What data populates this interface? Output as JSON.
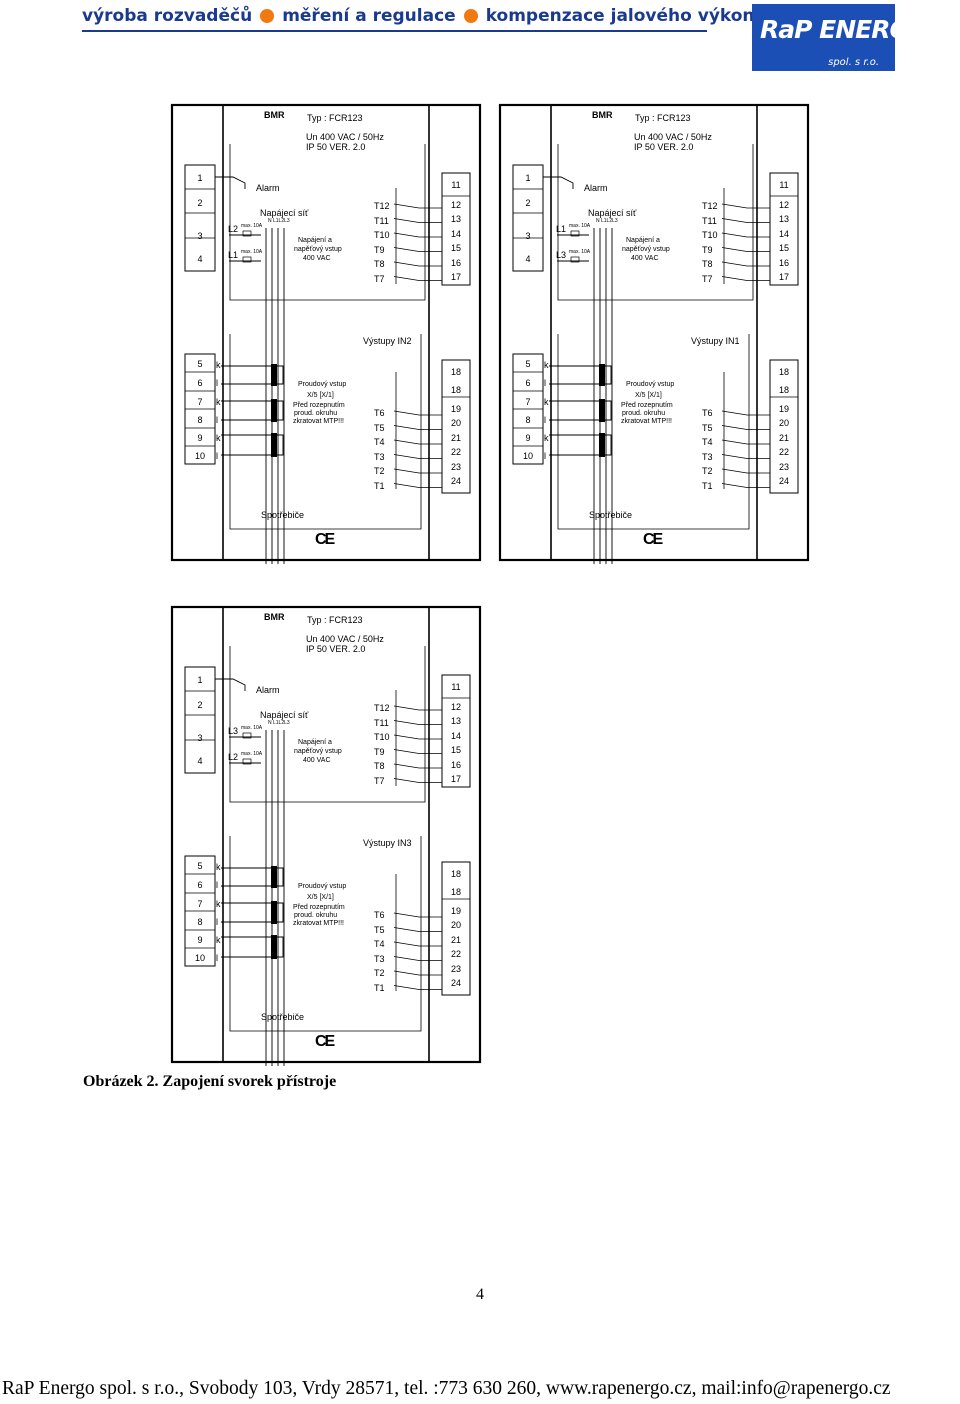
{
  "header": {
    "items": [
      "výroba rozvaděčů",
      "měření a regulace",
      "kompenzace jalového výkonu"
    ],
    "accent_color": "#f07a10",
    "text_color": "#1a3a8f"
  },
  "logo": {
    "main": "RaP ENERGO",
    "sub": "spol. s r.o.",
    "bg_color": "#1c4fb6"
  },
  "devices": [
    {
      "brand": "BMR",
      "type": "Typ : FCR123",
      "spec1": "Un 400 VAC / 50Hz",
      "spec2": "IP 50   VER. 2.0",
      "left_top_terms": [
        "1",
        "2",
        "3",
        "4"
      ],
      "left_bottom_terms": [
        "5",
        "6",
        "7",
        "8",
        "9",
        "10"
      ],
      "kl_labels": [
        "k",
        "l",
        "k",
        "l",
        "k",
        "l"
      ],
      "alarm": "Alarm",
      "supply": "Napájecí síť",
      "supply_phases": "N  L1L2L3",
      "line_a": "L2",
      "line_b": "L1",
      "fuse": "max. 10A",
      "power_lines": [
        "Napájení a",
        "napěťový vstup",
        "400 VAC"
      ],
      "current_lines": [
        "Proudový vstup",
        "X/5 [X/1]",
        "Před rozepnutím",
        "proud. okruhu",
        "zkratovat MTP!!!"
      ],
      "top_outputs": [
        "T12",
        "T11",
        "T10",
        "T9",
        "T8",
        "T7"
      ],
      "bottom_outputs": [
        "T6",
        "T5",
        "T4",
        "T3",
        "T2",
        "T1"
      ],
      "right_top_terms": [
        "11",
        "12",
        "13",
        "14",
        "15",
        "16",
        "17"
      ],
      "right_bottom_terms": [
        "18",
        "18",
        "19",
        "20",
        "21",
        "22",
        "23",
        "24"
      ],
      "outputs_title": "Výstupy IN2",
      "consumers": "Spotřebiče",
      "ce": "CE"
    },
    {
      "brand": "BMR",
      "type": "Typ : FCR123",
      "spec1": "Un 400 VAC / 50Hz",
      "spec2": "IP 50   VER. 2.0",
      "left_top_terms": [
        "1",
        "2",
        "3",
        "4"
      ],
      "left_bottom_terms": [
        "5",
        "6",
        "7",
        "8",
        "9",
        "10"
      ],
      "kl_labels": [
        "k",
        "l",
        "k",
        "l",
        "k",
        "l"
      ],
      "alarm": "Alarm",
      "supply": "Napájecí síť",
      "supply_phases": "N  L1L2L3",
      "line_a": "L1",
      "line_b": "L3",
      "fuse": "max. 10A",
      "power_lines": [
        "Napájení a",
        "napěťový vstup",
        "400 VAC"
      ],
      "current_lines": [
        "Proudový vstup",
        "X/5 [X/1]",
        "Před rozepnutím",
        "proud. okruhu",
        "zkratovat MTP!!!"
      ],
      "top_outputs": [
        "T12",
        "T11",
        "T10",
        "T9",
        "T8",
        "T7"
      ],
      "bottom_outputs": [
        "T6",
        "T5",
        "T4",
        "T3",
        "T2",
        "T1"
      ],
      "right_top_terms": [
        "11",
        "12",
        "13",
        "14",
        "15",
        "16",
        "17"
      ],
      "right_bottom_terms": [
        "18",
        "18",
        "19",
        "20",
        "21",
        "22",
        "23",
        "24"
      ],
      "outputs_title": "Výstupy IN1",
      "consumers": "Spotřebiče",
      "ce": "CE"
    },
    {
      "brand": "BMR",
      "type": "Typ : FCR123",
      "spec1": "Un 400 VAC / 50Hz",
      "spec2": "IP 50   VER. 2.0",
      "left_top_terms": [
        "1",
        "2",
        "3",
        "4"
      ],
      "left_bottom_terms": [
        "5",
        "6",
        "7",
        "8",
        "9",
        "10"
      ],
      "kl_labels": [
        "k",
        "l",
        "k",
        "l",
        "k",
        "l"
      ],
      "alarm": "Alarm",
      "supply": "Napájecí síť",
      "supply_phases": "N  L1L2L3",
      "line_a": "L3",
      "line_b": "L2",
      "fuse": "max. 10A",
      "power_lines": [
        "Napájení a",
        "napěťový vstup",
        "400 VAC"
      ],
      "current_lines": [
        "Proudový vstup",
        "X/5 [X/1]",
        "Před rozepnutím",
        "proud. okruhu",
        "zkratovat MTP!!!"
      ],
      "top_outputs": [
        "T12",
        "T11",
        "T10",
        "T9",
        "T8",
        "T7"
      ],
      "bottom_outputs": [
        "T6",
        "T5",
        "T4",
        "T3",
        "T2",
        "T1"
      ],
      "right_top_terms": [
        "11",
        "12",
        "13",
        "14",
        "15",
        "16",
        "17"
      ],
      "right_bottom_terms": [
        "18",
        "18",
        "19",
        "20",
        "21",
        "22",
        "23",
        "24"
      ],
      "outputs_title": "Výstupy IN3",
      "consumers": "Spotřebiče",
      "ce": "CE"
    }
  ],
  "caption": "Obrázek 2. Zapojení svorek přístroje",
  "page_number": "4",
  "footer": "RaP Energo spol. s r.o., Svobody 103, Vrdy 28571, tel. :773 630 260, www.rapenergo.cz, mail:info@rapenergo.cz"
}
